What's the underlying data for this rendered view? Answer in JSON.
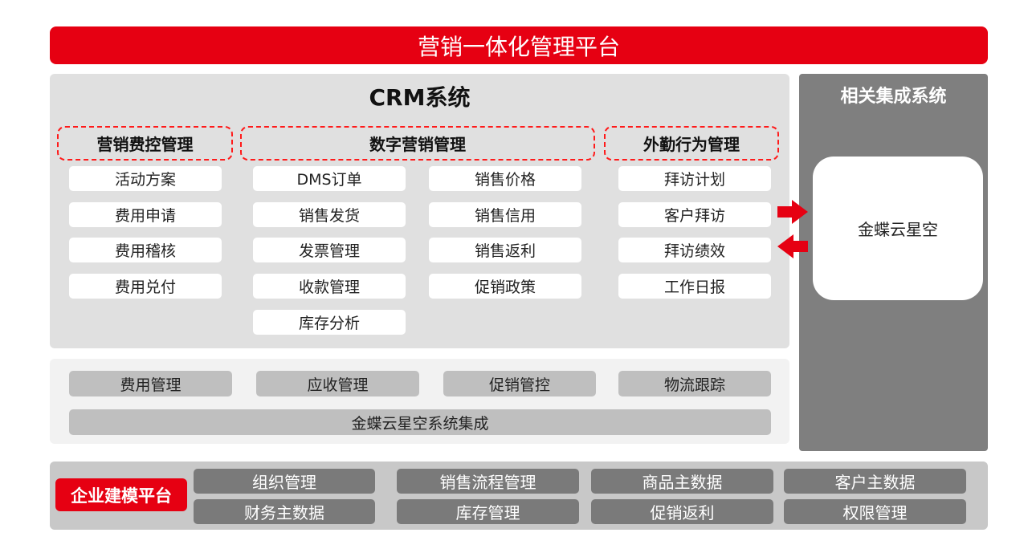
{
  "title": "营销一体化管理平台",
  "crm": {
    "title": "CRM系统",
    "groups": [
      {
        "label": "营销费控管理",
        "items": [
          "活动方案",
          "费用申请",
          "费用稽核",
          "费用兑付"
        ]
      },
      {
        "label": "数字营销管理",
        "col1": [
          "DMS订单",
          "销售发货",
          "发票管理",
          "收款管理",
          "库存分析"
        ],
        "col2": [
          "销售价格",
          "销售信用",
          "销售返利",
          "促销政策"
        ]
      },
      {
        "label": "外勤行为管理",
        "items": [
          "拜访计划",
          "客户拜访",
          "拜访绩效",
          "工作日报"
        ]
      }
    ]
  },
  "integration": {
    "buttons": [
      "费用管理",
      "应收管理",
      "促销管控",
      "物流跟踪"
    ],
    "bar": "金蝶云星空系统集成"
  },
  "related": {
    "title": "相关集成系统",
    "system": "金蝶云星空"
  },
  "platform": {
    "label": "企业建模平台",
    "items": [
      "组织管理",
      "销售流程管理",
      "商品主数据",
      "客户主数据",
      "财务主数据",
      "库存管理",
      "促销返利",
      "权限管理"
    ]
  },
  "colors": {
    "red": "#e60012",
    "gray": "#7f7f7f"
  }
}
